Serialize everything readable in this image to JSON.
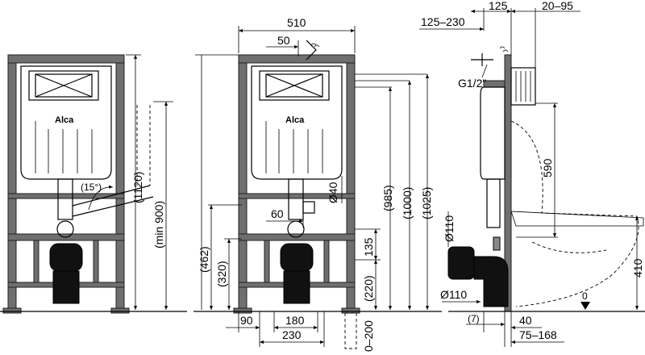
{
  "diagram": {
    "labels": {
      "w510": "510",
      "d50": "50",
      "d125": "125",
      "d20_95": "20–95",
      "d125_230": "125–230",
      "g12": "G1/2\"",
      "alca1": "Alca",
      "alca2": "Alca",
      "angle15": "(15°)",
      "d1120": "(1120)",
      "min900": "(min 900)",
      "d462": "(462)",
      "d320": "(320)",
      "d985": "(985)",
      "d1000": "(1000)",
      "d1025": "(1025)",
      "o40": "Ø40",
      "d60": "60",
      "d135": "135",
      "d220": "(220)",
      "d90": "90",
      "d180": "180",
      "d230": "230",
      "d0_200": "0–200",
      "d590": "590",
      "o110a": "Ø110",
      "o110b": "Ø110",
      "d410": "410",
      "zero": "0",
      "d7": "(7)",
      "d40": "40",
      "d75_168": "75–168"
    }
  }
}
